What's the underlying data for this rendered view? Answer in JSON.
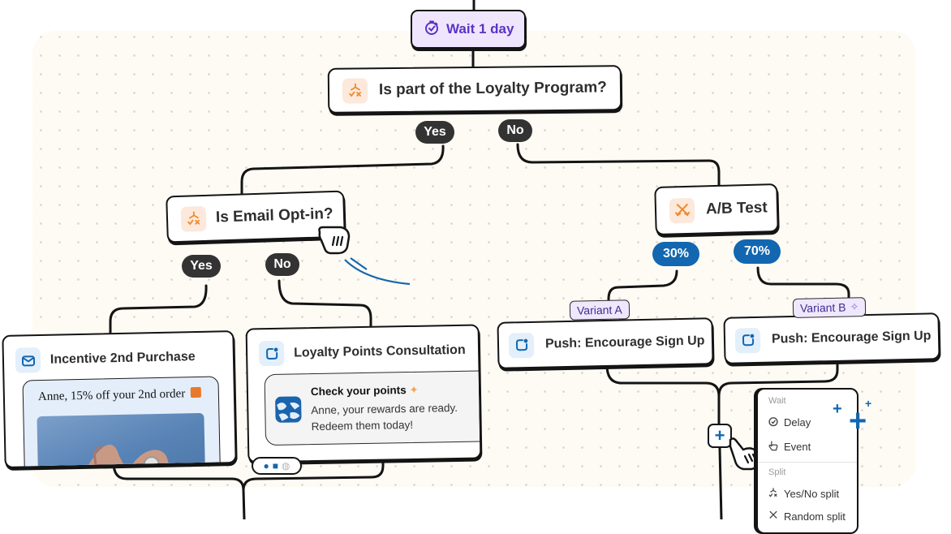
{
  "canvas": {
    "background": "#fefbf4",
    "dot_color": "#dedbd5"
  },
  "nodes": {
    "wait": {
      "label": "Wait 1 day",
      "icon": "stopwatch-icon",
      "color": "#5b33c4"
    },
    "loyalty_split": {
      "label": "Is part of the Loyalty Program?",
      "icon": "yes-no-split-icon",
      "branches": [
        "Yes",
        "No"
      ]
    },
    "email_split": {
      "label": "Is Email Opt-in?",
      "icon": "yes-no-split-icon",
      "branches": [
        "Yes",
        "No"
      ]
    },
    "ab_test": {
      "label": "A/B Test",
      "icon": "random-split-icon",
      "branches": [
        "30%",
        "70%"
      ]
    },
    "email_card": {
      "title": "Incentive 2nd Purchase",
      "icon": "mail-icon",
      "preview_subject": "Anne, 15% off your 2nd order",
      "preview_emoji": "gift-icon",
      "preview_image": "hand-with-rings-photo"
    },
    "push_card": {
      "title": "Loyalty Points Consultation",
      "icon": "push-notification-icon",
      "notification_title": "Check your points",
      "notification_body": "Anne, your rewards are ready. Redeem them today!",
      "platforms": [
        "apple-icon",
        "android-icon",
        "web-icon"
      ]
    },
    "variant_a": {
      "badge": "Variant A",
      "title": "Push: Encourage Sign Up"
    },
    "variant_b": {
      "badge": "Variant B",
      "title": "Push: Encourage Sign Up",
      "badge_icon": "sparkle-icon"
    }
  },
  "add_button": {
    "label": "+"
  },
  "add_menu": {
    "sections": [
      {
        "label": "Wait",
        "items": [
          {
            "label": "Delay",
            "icon": "stopwatch-icon"
          },
          {
            "label": "Event",
            "icon": "hand-pointer-icon"
          }
        ]
      },
      {
        "label": "Split",
        "items": [
          {
            "label": "Yes/No split",
            "icon": "yes-no-split-icon"
          },
          {
            "label": "Random split",
            "icon": "random-split-icon"
          }
        ]
      }
    ]
  },
  "colors": {
    "accent_blue": "#1267b0",
    "pill_dark": "#333333",
    "split_orange": "#f08a2b",
    "wait_purple": "#efe6fd"
  }
}
